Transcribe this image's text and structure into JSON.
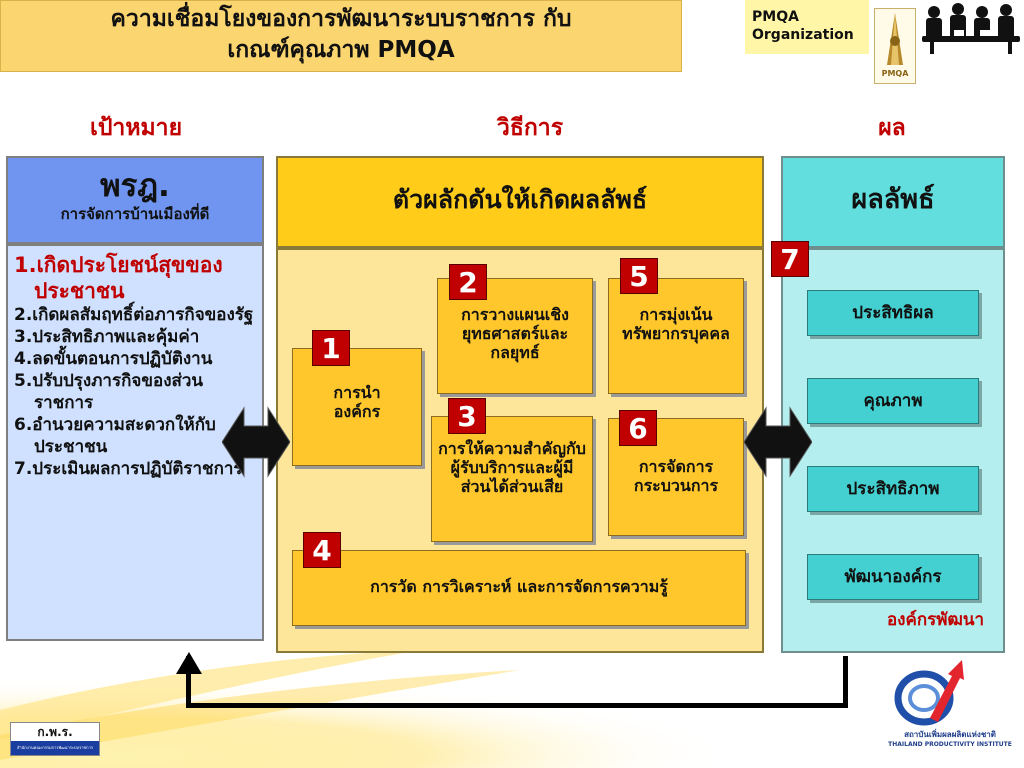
{
  "title": {
    "line1": "ความเชื่อมโยงของการพัฒนาระบบราชการ กับ",
    "line2": "เกณฑ์คุณภาพ PMQA"
  },
  "corner": {
    "line1": "PMQA",
    "line2": "Organization",
    "logo_text": "PMQA"
  },
  "columns": {
    "goal": "เป้าหมาย",
    "method": "วิธีการ",
    "result": "ผล"
  },
  "left_panel": {
    "heading": "พรฎ.",
    "subheading": "การจัดการบ้านเมืองที่ดี",
    "items": [
      "1.เกิดประโยชน์สุขของประชาชน",
      "2.เกิดผลสัมฤทธิ์ต่อภารกิจของรัฐ",
      "3.ประสิทธิภาพและคุ้มค่า",
      "4.ลดขั้นตอนการปฏิบัติงาน",
      "5.ปรับปรุงภารกิจของส่วนราชการ",
      "6.อำนวยความสะดวกให้กับประชาชน",
      "7.ประเมินผลการปฏิบัติราชการ"
    ]
  },
  "middle_panel": {
    "heading": "ตัวผลักดันให้เกิดผลลัพธ์",
    "cards": [
      {
        "num": "1",
        "text": "การนำองค์กร"
      },
      {
        "num": "2",
        "text": "การวางแผนเชิงยุทธศาสตร์และกลยุทธ์"
      },
      {
        "num": "3",
        "text": "การให้ความสำคัญกับผู้รับบริการและผู้มีส่วนได้ส่วนเสีย"
      },
      {
        "num": "4",
        "text": "การวัด การวิเคราะห์ และการจัดการความรู้"
      },
      {
        "num": "5",
        "text": "การมุ่งเน้นทรัพยากรบุคคล"
      },
      {
        "num": "6",
        "text": "การจัดการกระบวนการ"
      }
    ]
  },
  "right_panel": {
    "heading": "ผลลัพธ์",
    "num": "7",
    "items": [
      "ประสิทธิผล",
      "คุณภาพ",
      "ประสิทธิภาพ",
      "พัฒนาองค์กร"
    ],
    "footer": "องค์กรพัฒนา"
  },
  "bottom": {
    "left_logo": "ก.พ.ร.",
    "left_logo_sub": "สำนักงานคณะกรรมการพัฒนาระบบราชการ",
    "right_logo_line1": "สถาบันเพิ่มผลผลิตแห่งชาติ",
    "right_logo_line2": "THAILAND PRODUCTIVITY INSTITUTE"
  },
  "colors": {
    "accent_red": "#c00000",
    "gold": "#ffc72c",
    "left_blue": "#6f95f0",
    "teal": "#44d0d0"
  }
}
